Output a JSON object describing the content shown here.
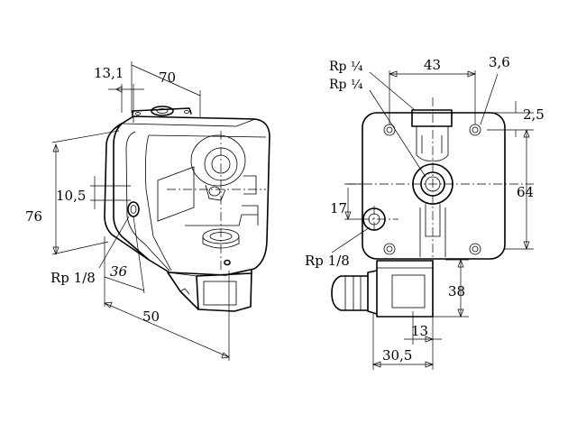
{
  "left_view": {
    "dims": {
      "d13_1": "13,1",
      "d70": "70",
      "d10_5": "10,5",
      "d76": "76",
      "d36": "36",
      "d50": "50"
    },
    "port_label": "Rp 1/8"
  },
  "right_view": {
    "dims": {
      "d43": "43",
      "d3_6": "3,6",
      "d2_5": "2,5",
      "d64": "64",
      "d17": "17",
      "d38": "38",
      "d13": "13",
      "d30_5": "30,5"
    },
    "rp_quarter_1": "Rp ¼",
    "rp_quarter_2": "Rp ¼",
    "port_label": "Rp 1/8"
  }
}
